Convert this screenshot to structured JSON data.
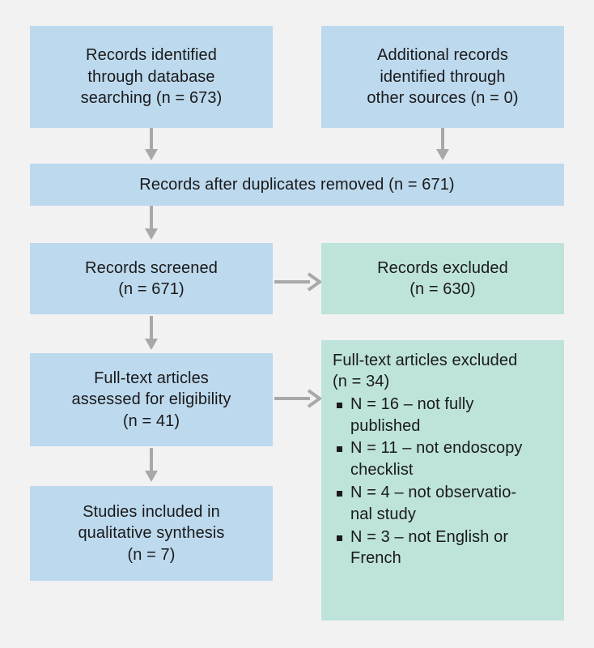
{
  "figure": {
    "kind": "prisma-flow-diagram",
    "background_color": "#f2f2f2",
    "box_color_identification": "#bdd9ee",
    "box_color_excluded": "#bde3da",
    "connector_color": "#a8a8a8",
    "text_color": "#1a1a1a"
  },
  "boxes": {
    "identification_database": {
      "text": "Records identified\nthrough database\nsearching (n = 673)",
      "count": 673,
      "color": "blue"
    },
    "identification_other": {
      "text": "Additional records\nidentified through\nother sources (n = 0)",
      "count": 0,
      "color": "blue"
    },
    "duplicates_removed": {
      "text": "Records after duplicates removed (n = 671)",
      "count": 671,
      "color": "blue"
    },
    "records_screened": {
      "text": "Records screened\n(n = 671)",
      "count": 671,
      "color": "blue"
    },
    "records_excluded": {
      "text": "Records excluded\n(n = 630)",
      "count": 630,
      "color": "green"
    },
    "fulltext_assessed": {
      "text": "Full-text articles\nassessed for eligibility\n(n = 41)",
      "count": 41,
      "color": "blue"
    },
    "fulltext_excluded": {
      "heading": "Full-text articles excluded\n(n = 34)",
      "count": 34,
      "color": "green",
      "reasons": [
        {
          "text": "N = 16 – not fully\npublished",
          "n": 16
        },
        {
          "text": "N = 11 – not endoscopy\nchecklist",
          "n": 11
        },
        {
          "text": "N = 4 – not observatio-\nnal study",
          "n": 4
        },
        {
          "text": "N = 3 – not English or\nFrench",
          "n": 3
        }
      ]
    },
    "studies_included": {
      "text": "Studies included in\nqualitative synthesis\n(n = 7)",
      "count": 7,
      "color": "blue"
    }
  }
}
